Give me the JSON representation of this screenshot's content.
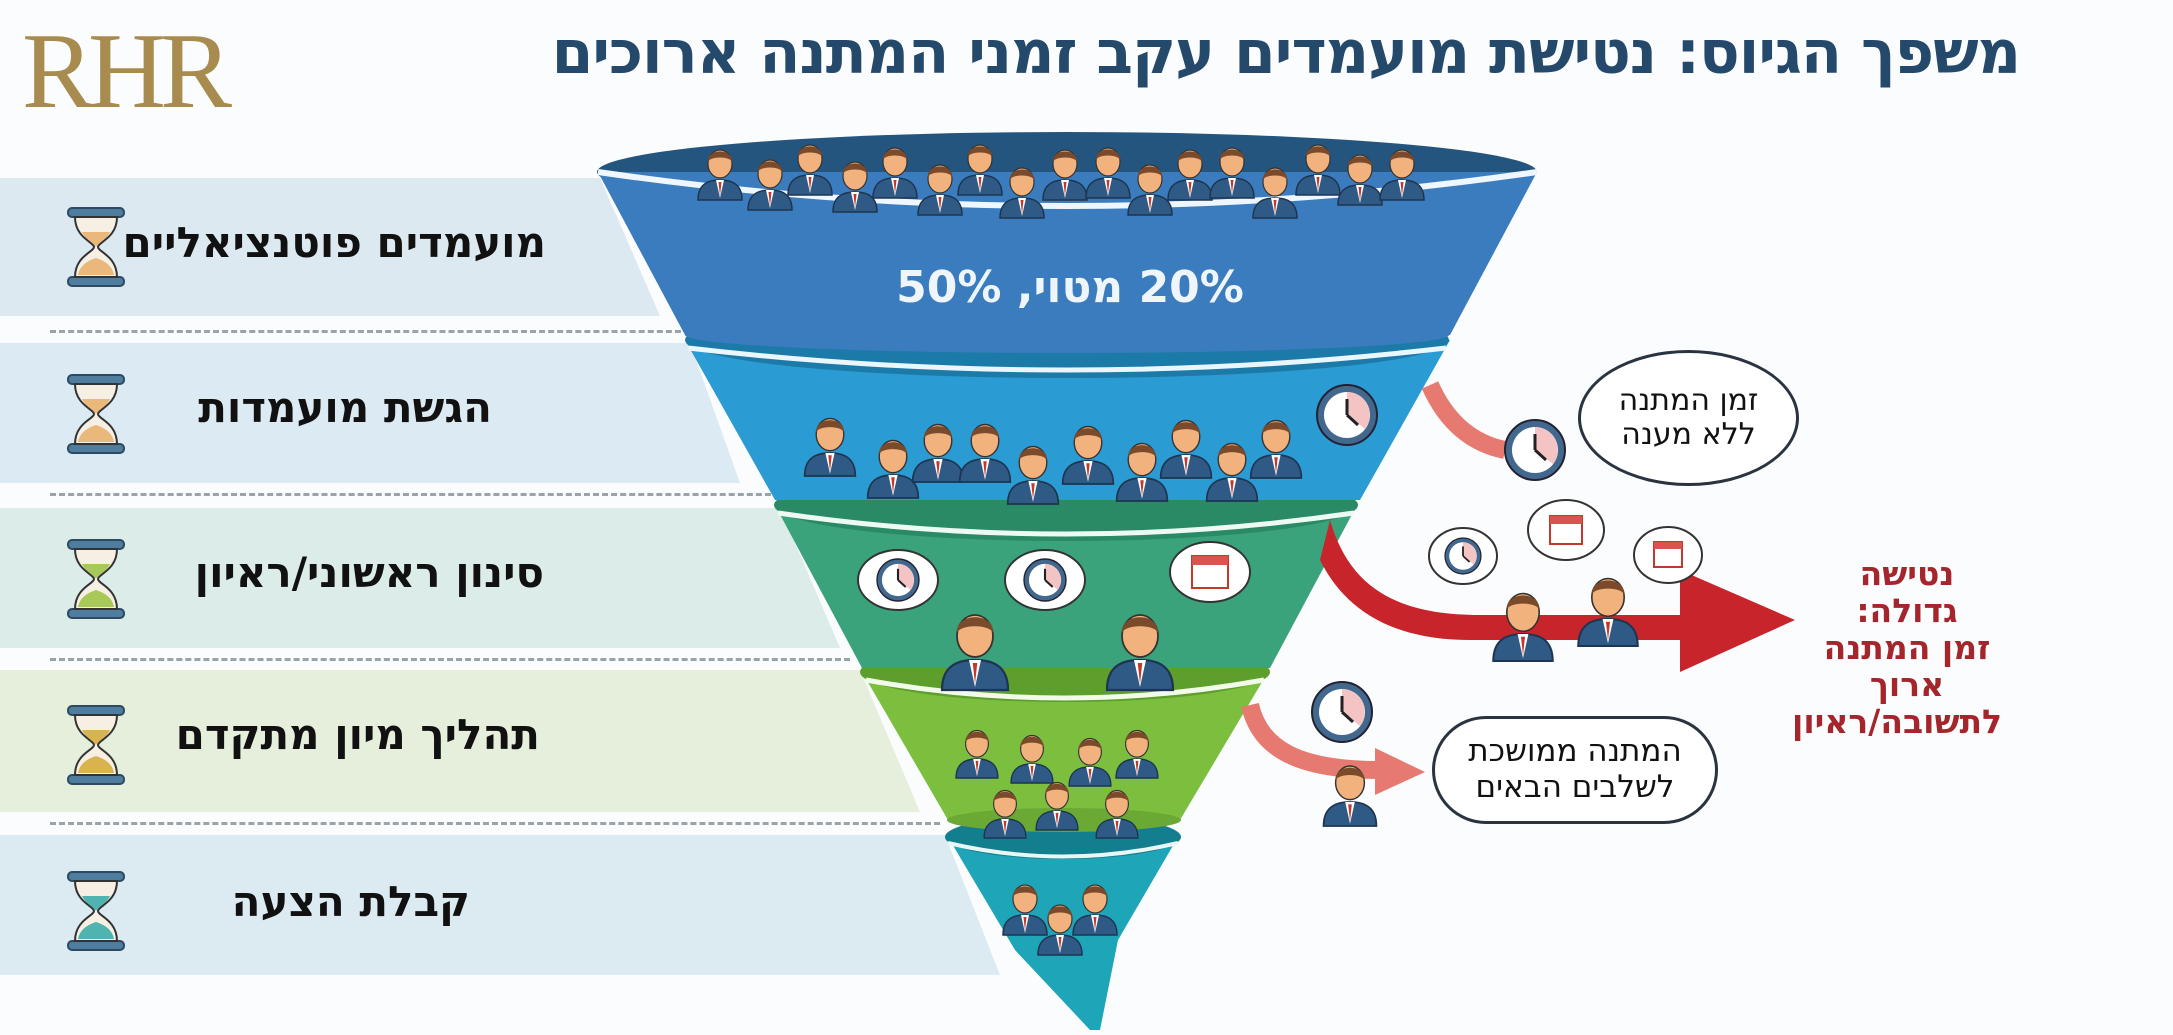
{
  "header": {
    "logo": "RHR",
    "title": "משפך הגיוס: נטישת מועמדים עקב זמני המתנה ארוכים"
  },
  "stages": [
    {
      "label": "מועמדים פוטנציאליים",
      "icon": "hourglass-icon",
      "sand_color": "#e9b87a",
      "band_color": "#dde9f1",
      "funnel_color": "#3a7cbd"
    },
    {
      "label": "הגשת מועמדות",
      "icon": "hourglass-icon",
      "sand_color": "#e9b87a",
      "band_color": "#dcebf3",
      "funnel_color": "#2b9bd3"
    },
    {
      "label": "סינון ראשוני/ראיון",
      "icon": "hourglass-icon",
      "sand_color": "#a8c95a",
      "band_color": "#dcece8",
      "funnel_color": "#3aa37c"
    },
    {
      "label": "תהליך מיון מתקדם",
      "icon": "hourglass-icon",
      "sand_color": "#d8b34e",
      "band_color": "#e6efdc",
      "funnel_color": "#7cbf3e"
    },
    {
      "label": "קבלת הצעה",
      "icon": "hourglass-icon",
      "sand_color": "#4fb3b0",
      "band_color": "#dcebf2",
      "funnel_color": "#1fa5b8"
    }
  ],
  "funnel": {
    "top_stat": "20% מטוי, 50%"
  },
  "callouts": {
    "no_response": {
      "line1": "זמן המתנה",
      "line2": "ללא מענה",
      "icon": "clock-icon"
    },
    "big_drop": {
      "line1": "נטישה גדולה:",
      "line2": "זמן המתנה ארוך",
      "line3": "לתשובה/ראיון",
      "color": "#a4262c"
    },
    "prolonged": {
      "line1": "המתנה ממושכת",
      "line2": "לשלבים הבאים",
      "icon": "clock-icon"
    }
  },
  "colors": {
    "title": "#24496b",
    "logo": "#a88c4f",
    "arrow_red": "#c8242b",
    "arrow_salmon": "#e77a70"
  }
}
